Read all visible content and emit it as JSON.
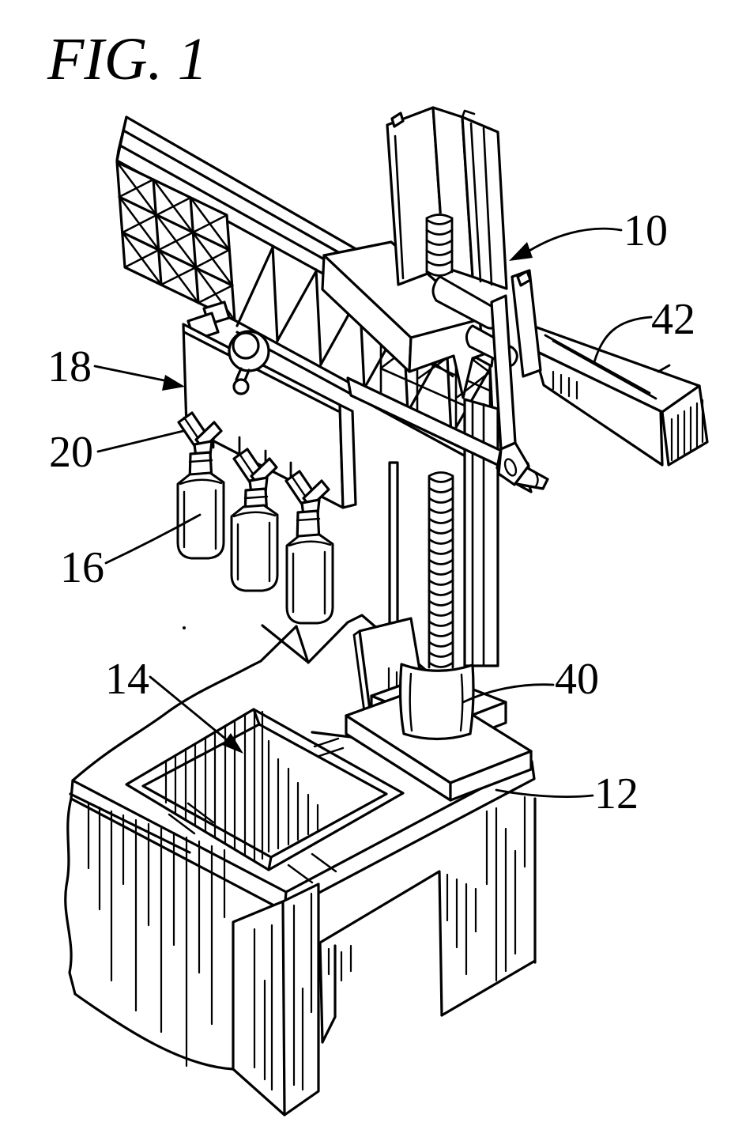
{
  "figure": {
    "title": "FIG. 1"
  },
  "labels": {
    "machine": "10",
    "rail": "42",
    "head": "18",
    "nozzles": "20",
    "bottles": "16",
    "tank": "14",
    "nut": "40",
    "table": "12"
  },
  "colors": {
    "ink": "#000000",
    "paper": "#ffffff"
  }
}
